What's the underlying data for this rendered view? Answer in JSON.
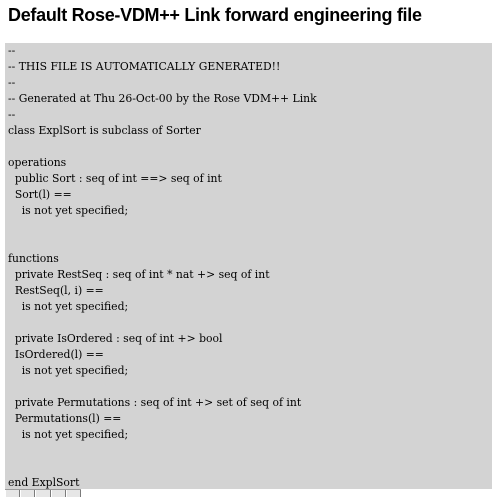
{
  "heading": "Default Rose-VDM++ Link forward engineering file",
  "code_lines": [
    "--",
    "-- THIS FILE IS AUTOMATICALLY GENERATED!!",
    "--",
    "-- Generated at Thu 26-Oct-00 by the Rose VDM++ Link",
    "--",
    "class ExplSort is subclass of Sorter",
    "",
    "operations",
    "  public Sort : seq of int ==> seq of int",
    "  Sort(l) ==",
    "    is not yet specified;",
    "",
    "",
    "functions",
    "  private RestSeq : seq of int * nat +> seq of int",
    "  RestSeq(l, i) ==",
    "    is not yet specified;",
    "",
    "  private IsOrdered : seq of int +> bool",
    "  IsOrdered(l) ==",
    "    is not yet specified;",
    "",
    "  private Permutations : seq of int +> set of seq of int",
    "  Permutations(l) ==",
    "    is not yet specified;",
    "",
    "",
    "end ExplSort"
  ]
}
